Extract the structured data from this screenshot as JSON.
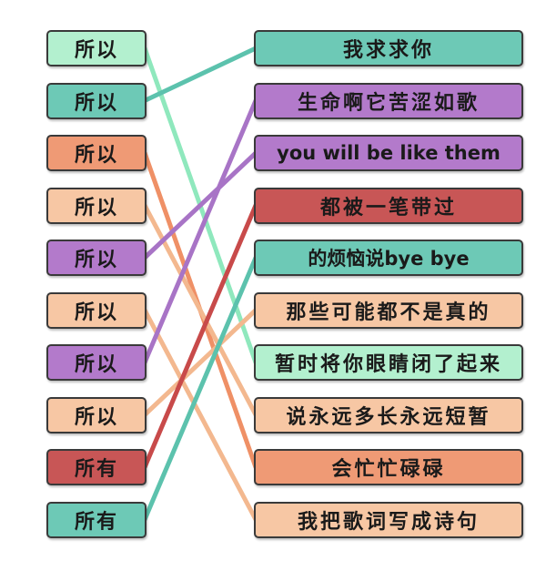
{
  "colors": {
    "mint": "#b3f0cf",
    "teal": "#6dc9b6",
    "orange": "#ef9a75",
    "peach": "#f7c7a4",
    "purple": "#b37acb",
    "red": "#c85656"
  },
  "left_cards": [
    {
      "label": "所以",
      "color": "mint"
    },
    {
      "label": "所以",
      "color": "teal"
    },
    {
      "label": "所以",
      "color": "orange"
    },
    {
      "label": "所以",
      "color": "peach"
    },
    {
      "label": "所以",
      "color": "purple"
    },
    {
      "label": "所以",
      "color": "peach"
    },
    {
      "label": "所以",
      "color": "purple"
    },
    {
      "label": "所以",
      "color": "peach"
    },
    {
      "label": "所有",
      "color": "red"
    },
    {
      "label": "所有",
      "color": "teal"
    }
  ],
  "right_cards": [
    {
      "label": "我求求你",
      "color": "teal"
    },
    {
      "label": "生命啊它苦涩如歌",
      "color": "purple"
    },
    {
      "label": "you will be like them",
      "color": "purple"
    },
    {
      "label": "都被一笔带过",
      "color": "red"
    },
    {
      "label": "的烦恼说bye bye",
      "color": "teal"
    },
    {
      "label": "那些可能都不是真的",
      "color": "peach"
    },
    {
      "label": "暂时将你眼睛闭了起来",
      "color": "mint"
    },
    {
      "label": "说永远多长永远短暂",
      "color": "peach"
    },
    {
      "label": "会忙忙碌碌",
      "color": "orange"
    },
    {
      "label": "我把歌词写成诗句",
      "color": "peach"
    }
  ],
  "connections": [
    {
      "from": 0,
      "to": 6,
      "color": "mint"
    },
    {
      "from": 1,
      "to": 0,
      "color": "teal"
    },
    {
      "from": 2,
      "to": 8,
      "color": "orange"
    },
    {
      "from": 3,
      "to": 7,
      "color": "peach"
    },
    {
      "from": 4,
      "to": 2,
      "color": "purple"
    },
    {
      "from": 5,
      "to": 9,
      "color": "peach"
    },
    {
      "from": 6,
      "to": 1,
      "color": "purple"
    },
    {
      "from": 7,
      "to": 5,
      "color": "peach"
    },
    {
      "from": 8,
      "to": 3,
      "color": "red"
    },
    {
      "from": 9,
      "to": 4,
      "color": "teal"
    }
  ]
}
